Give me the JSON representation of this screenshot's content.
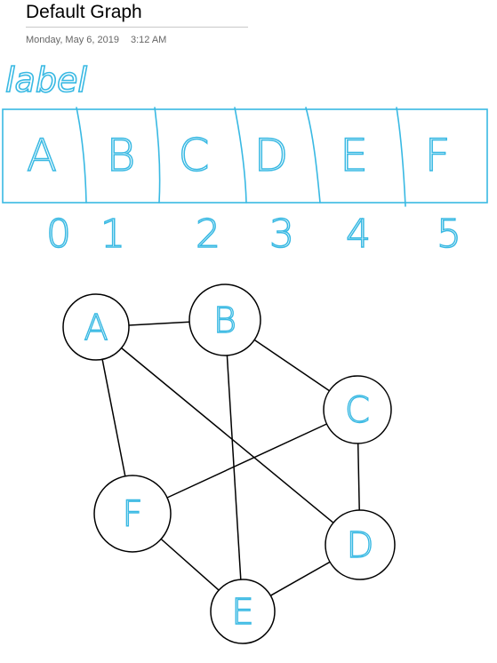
{
  "page": {
    "title": "Default Graph",
    "date": "Monday, May 6, 2019",
    "time": "3:12 AM"
  },
  "ink": {
    "color": "#39b9e3",
    "label_word": "label"
  },
  "array": {
    "cells": [
      {
        "letter": "A",
        "index": "0"
      },
      {
        "letter": "B",
        "index": "1"
      },
      {
        "letter": "C",
        "index": "2"
      },
      {
        "letter": "D",
        "index": "3"
      },
      {
        "letter": "E",
        "index": "4"
      },
      {
        "letter": "F",
        "index": "5"
      }
    ]
  },
  "graph": {
    "nodes": [
      {
        "id": "A",
        "label": "A"
      },
      {
        "id": "B",
        "label": "B"
      },
      {
        "id": "C",
        "label": "C"
      },
      {
        "id": "D",
        "label": "D"
      },
      {
        "id": "E",
        "label": "E"
      },
      {
        "id": "F",
        "label": "F"
      }
    ],
    "edges": [
      {
        "from": "A",
        "to": "B"
      },
      {
        "from": "A",
        "to": "F"
      },
      {
        "from": "A",
        "to": "D"
      },
      {
        "from": "B",
        "to": "C"
      },
      {
        "from": "B",
        "to": "E"
      },
      {
        "from": "C",
        "to": "F"
      },
      {
        "from": "C",
        "to": "D"
      },
      {
        "from": "F",
        "to": "E"
      },
      {
        "from": "E",
        "to": "D"
      }
    ]
  }
}
